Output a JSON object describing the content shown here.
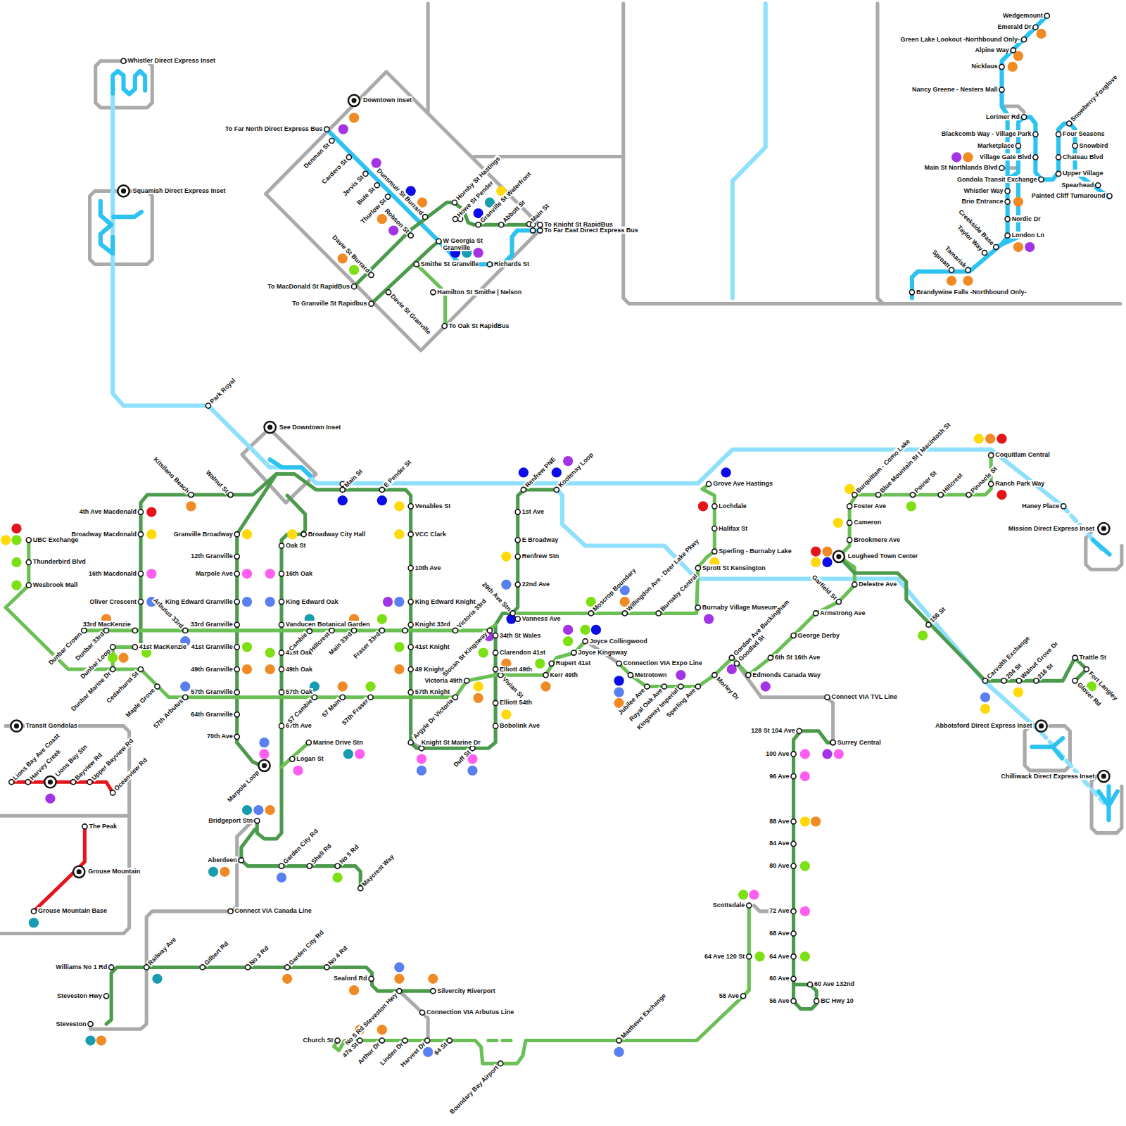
{
  "diagram": {
    "labels": [
      "To Far North Direct Express Bus",
      "Denman St",
      "Cardero St",
      "Jervis St",
      "Bute St",
      "Thurlow St",
      "Dunsmuir St Burrard",
      "Robson St",
      "Davie St Burrard",
      "Davie St Granville",
      "Hornby St Hastings",
      "Howe St Pender",
      "Granville St Waterfront",
      "Abbott St",
      "Main St",
      "To Knight St RapidBus",
      "To Far East Direct Express Bus",
      "W Georgia St",
      "Granville",
      "Smithe St Granville",
      "Richards St",
      "Hamilton St Smithe | Nelson",
      "To MacDonald St RapidBus",
      "To Granville St Rapidbus",
      "To Oak St RapidBus",
      "Downtown Inset",
      "Whistler Direct Express Inset",
      "Squamish Direct Express Inset",
      "Wedgemount",
      "Emerald Dr",
      "Green Lake Lookout -Northbound Only-",
      "Alpine Way",
      "Nicklaus",
      "Nancy Greene - Nesters Mall",
      "Lorimer Rd",
      "Blackcomb Way - Village Park",
      "Marketplace",
      "Village Gate Blvd",
      "Main St Northlands Blvd",
      "Gondola Transit Exchange",
      "Whistler Way",
      "Brio Entrance",
      "Nordic Dr",
      "London Ln",
      "Creekside Base",
      "Taylor Way",
      "Tamarisk",
      "Sproatt",
      "Brandywine Falls -Northbound Only-",
      "Snowberry-Foxglove",
      "Four Seasons",
      "Snowbird",
      "Chateau Blvd",
      "Upper Village",
      "Spearhead",
      "Painted Cliff Turnaround",
      "See Downtown Inset",
      "Park Royal",
      "Kitsilano Beach",
      "Walnut St",
      "Main St",
      "E Pender St",
      "Renfrew PNE",
      "Kootenay Loop",
      "4th Ave Macdonald",
      "Broadway Macdonald",
      "16th Macdonald",
      "Oliver Crescent",
      "Arbutus 33rd",
      "33rd MacKenzie",
      "41st MacKenzie",
      "Dunbar Crown",
      "Dunbar 33rd",
      "Dunbar Loop",
      "Dunbar Marine Dr",
      "Cedarhurst St",
      "Maple Grove",
      "57th Arbutus",
      "UBC Exchange",
      "Thunderbird Blvd",
      "Wesbrook Mall",
      "Granville Broadway",
      "12th Granville",
      "Marpole Ave",
      "King Edward Granville",
      "33rd Granville",
      "41st Granville",
      "49th Granville",
      "57th Granville",
      "64th Granville",
      "70th Ave",
      "Marpole Loop",
      "Oak St",
      "16th Oak",
      "King Edward Oak",
      "Vanducen Botanical Garden",
      "41st Oak",
      "49th Oak",
      "57th Oak",
      "67th Ave",
      "Broadway City Hall",
      "Cambie",
      "Hillcrest",
      "Main 33rd",
      "Fraser 33rd",
      "57 Cambie",
      "57 Main",
      "57th Fraser",
      "Marine Drive Stn",
      "Logan St",
      "Bridgeport Stn",
      "Aberdeen",
      "Garden City Rd",
      "Shell Rd",
      "No 5 Rd",
      "Maycrest Way",
      "Connect VIA Canada Line",
      "Venables St",
      "VCC Clark",
      "10th Ave",
      "King Edward Knight",
      "Knight 33rd",
      "41st Knight",
      "49 Knight",
      "57th Knight",
      "Knight St Marine Dr",
      "Victoria 33rd",
      "Slocan St Kingsway",
      "Victoria 49th",
      "Argyle Dr Victoria",
      "Duff St",
      "34th St Wales",
      "Clarendon 41st",
      "Elliott 49th",
      "Vivian St",
      "Elliott 54th",
      "Bobolink Ave",
      "29th Ave Stn",
      "1st Ave",
      "E Broadway",
      "Renfrew Stn",
      "22nd Ave",
      "Vanness Ave",
      "Rupert 41st",
      "Kerr 49th",
      "Joyce Collingwood",
      "Joyce Kingsway",
      "Connection VIA Expo Line",
      "Metrotown",
      "Jubilee Ave",
      "Royal Oak Ave",
      "Kingsway Imperial",
      "Sperling Ave",
      "Moscrop Boundary",
      "Willingdon Ave - Deer Lake Pkwy",
      "Burnaby Central",
      "Burnaby Village Museum",
      "Grove Ave Hastings",
      "Lochdale",
      "Halifax St",
      "Sperling - Burnaby Lake",
      "Sprott St Kensington",
      "Morley Dr",
      "Gordon Ave Buckingham",
      "Goodlad St",
      "Edmonds Canada Way",
      "6th St 16th Ave",
      "George Derby",
      "Armstrong Ave",
      "Garfield St",
      "Delestre Ave",
      "Lougheed Town Center",
      "Foster Ave",
      "Cameron",
      "Brookmere Ave",
      "Burquitlam - Como Lake",
      "Blue Mountain St | Macintosh St",
      "Poirier St",
      "Hillcrest",
      "Pinnacle St",
      "Coquitlam Central",
      "Ranch Park Way",
      "Haney Place",
      "Mission Direct Express Inset",
      "156 St",
      "Carvolth Exchange",
      "204 St",
      "Walnut Grove Dr",
      "216 St",
      "Trattle St",
      "Fort Langley",
      "Glover Rd",
      "Connect VIA TVL Line",
      "Surrey Central",
      "128 St 104 Ave",
      "100 Ave",
      "96 Ave",
      "88 Ave",
      "84 Ave",
      "80 Ave",
      "72 Ave",
      "68 Ave",
      "64 Ave",
      "60 Ave",
      "56 Ave",
      "60 Ave 132nd",
      "BC Hwy 10",
      "Scottsdale",
      "64 Ave 120 St",
      "58 Ave",
      "Matthews Exchange",
      "Williams No 1 Rd",
      "Steveston Hwy",
      "Steveston",
      "Railway Ave",
      "Gilbert Rd",
      "No 3 Rd",
      "Garden City Rd",
      "No 4 Rd",
      "Sealord Rd",
      "Silvercity Riverport",
      "No 5 Rd Steveston Hwy",
      "Connection VIA Arbutus Line",
      "Church St",
      "47a St",
      "Arthur Dr",
      "Linden Dr",
      "Harvest Dr",
      "64 St",
      "Boundary Bay Airport",
      "Transit Gondolas",
      "Lions Bay Ave Coast",
      "Harvey Creek",
      "Lions Bay Stn",
      "Bayview Rd",
      "Upper Bayview Rd",
      "Oceanview Rd",
      "The Peak",
      "Grouse Mountain",
      "Grouse Mountain Base",
      "Abbotsford Direct Express Inset",
      "Chilliwack Direct Express Inset"
    ]
  }
}
